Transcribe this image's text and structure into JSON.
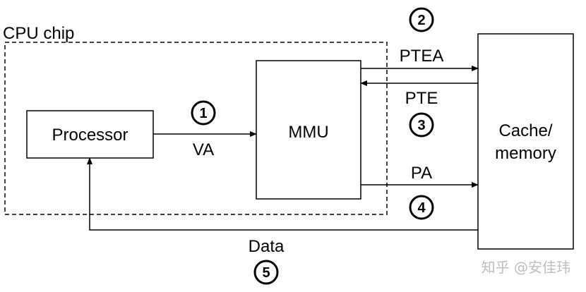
{
  "labels": {
    "chip": "CPU chip",
    "processor": "Processor",
    "mmu": "MMU",
    "cache_line1": "Cache/",
    "cache_line2": "memory",
    "va": "VA",
    "ptea": "PTEA",
    "pte": "PTE",
    "pa": "PA",
    "data": "Data"
  },
  "steps": [
    "1",
    "2",
    "3",
    "4",
    "5"
  ],
  "watermark": "知乎 @安佳玮",
  "colors": {
    "stroke": "#000000",
    "watermark": "#bdbdbd"
  }
}
